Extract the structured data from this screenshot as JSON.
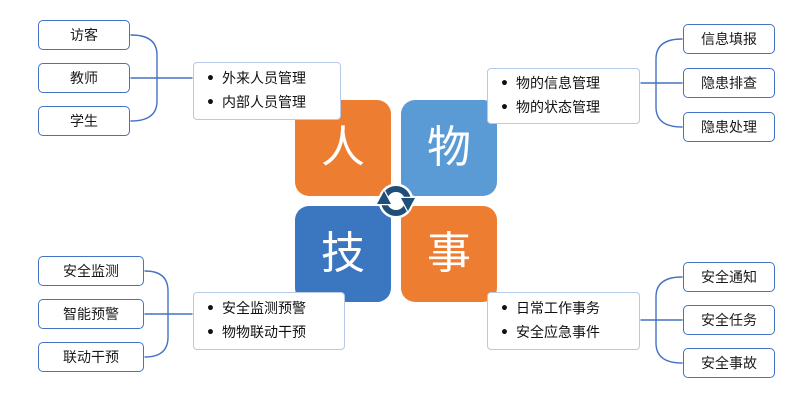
{
  "center": {
    "blocks": [
      {
        "label": "人",
        "color": "#ED7D31"
      },
      {
        "label": "物",
        "color": "#5B9BD5"
      },
      {
        "label": "技",
        "color": "#3B76C0"
      },
      {
        "label": "事",
        "color": "#ED7D31"
      }
    ],
    "icon": "cycle-arrows-icon"
  },
  "groups": {
    "top_left": {
      "tags": [
        "访客",
        "教师",
        "学生"
      ],
      "bullets": [
        "外来人员管理",
        "内部人员管理"
      ]
    },
    "top_right": {
      "tags": [
        "信息填报",
        "隐患排查",
        "隐患处理"
      ],
      "bullets": [
        "物的信息管理",
        "物的状态管理"
      ]
    },
    "bottom_left": {
      "tags": [
        "安全监测",
        "智能预警",
        "联动干预"
      ],
      "bullets": [
        "安全监测预警",
        "物物联动干预"
      ]
    },
    "bottom_right": {
      "tags": [
        "安全通知",
        "安全任务",
        "安全事故"
      ],
      "bullets": [
        "日常工作事务",
        "安全应急事件"
      ]
    }
  },
  "colors": {
    "orange": "#ED7D31",
    "blue_light": "#5B9BD5",
    "blue_medium": "#3B76C0",
    "cycle": "#1F4E79",
    "tag_border": "#4472C4",
    "panel_border": "#B7C9E8",
    "bracket": "#4472C4"
  }
}
